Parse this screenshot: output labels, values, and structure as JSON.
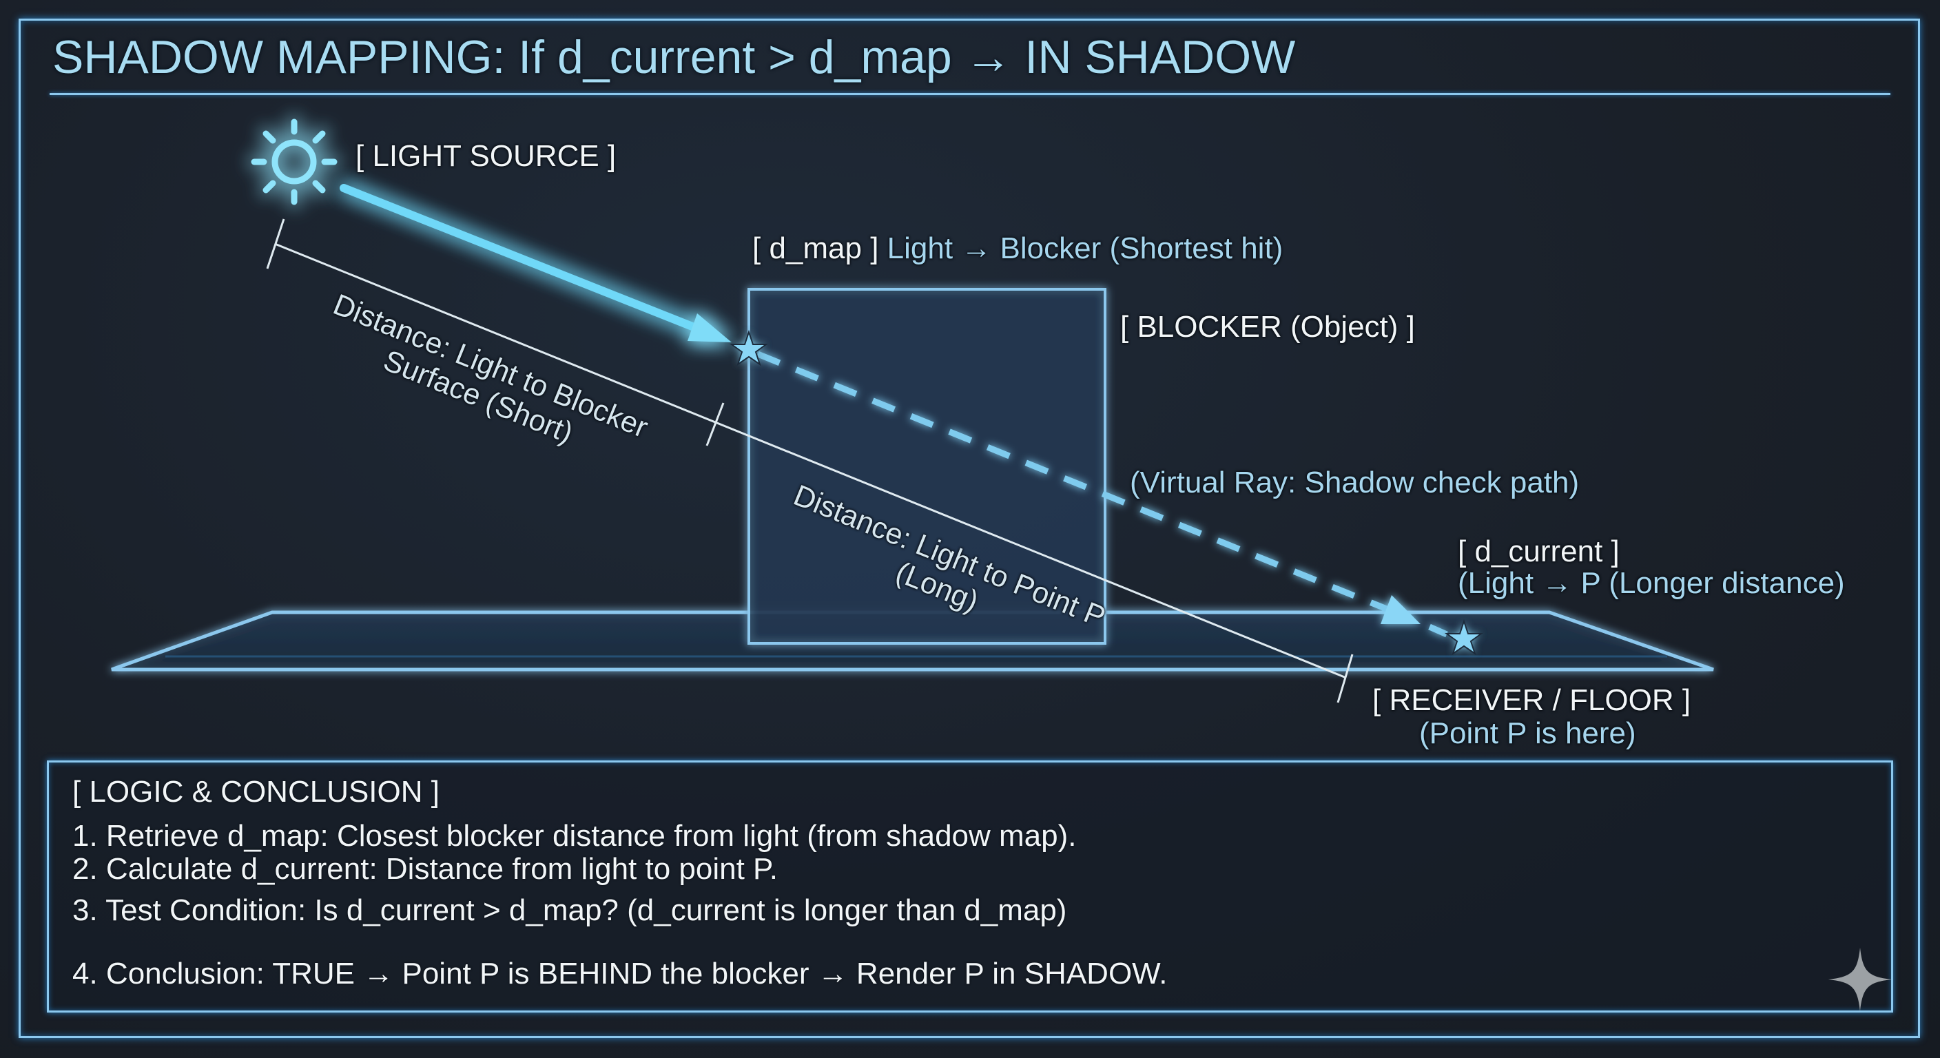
{
  "title": "SHADOW MAPPING: If d_current > d_map → IN SHADOW",
  "colors": {
    "background": "#1b222b",
    "frame": "#8cc8ee",
    "accent_glow": "#5fd0f5",
    "title_text": "#a8dcf2",
    "label_white": "#f2f6f8",
    "label_blue": "#a6d6ee"
  },
  "diagram": {
    "light_source": {
      "icon": "sun-icon",
      "label": "[ LIGHT SOURCE ]"
    },
    "d_map": {
      "tag": "[ d_map ]",
      "desc": "Light → Blocker (Shortest hit)"
    },
    "blocker": {
      "label": "[ BLOCKER (Object) ]"
    },
    "virtual_ray": {
      "label": "(Virtual Ray: Shadow check path)"
    },
    "d_current": {
      "tag": "[ d_current ]",
      "desc": "(Light → P (Longer distance)"
    },
    "receiver": {
      "label": "[ RECEIVER / FLOOR ]",
      "sub": "(Point P is here)"
    },
    "distance_short": {
      "line1": "Distance: Light to Blocker",
      "line2": "Surface (Short)"
    },
    "distance_long": {
      "line1": "Distance: Light to Point P",
      "line2": "(Long)"
    }
  },
  "logic": {
    "title": "[ LOGIC & CONCLUSION ]",
    "items": [
      "1. Retrieve d_map: Closest blocker distance from light (from shadow map).",
      "2. Calculate d_current: Distance from light to point P.",
      "3. Test Condition: Is d_current > d_map? (d_current is longer than d_map)",
      "4. Conclusion: TRUE → Point P is BEHIND the blocker → Render P in SHADOW."
    ]
  },
  "watermark": {
    "icon": "sparkle-icon"
  }
}
